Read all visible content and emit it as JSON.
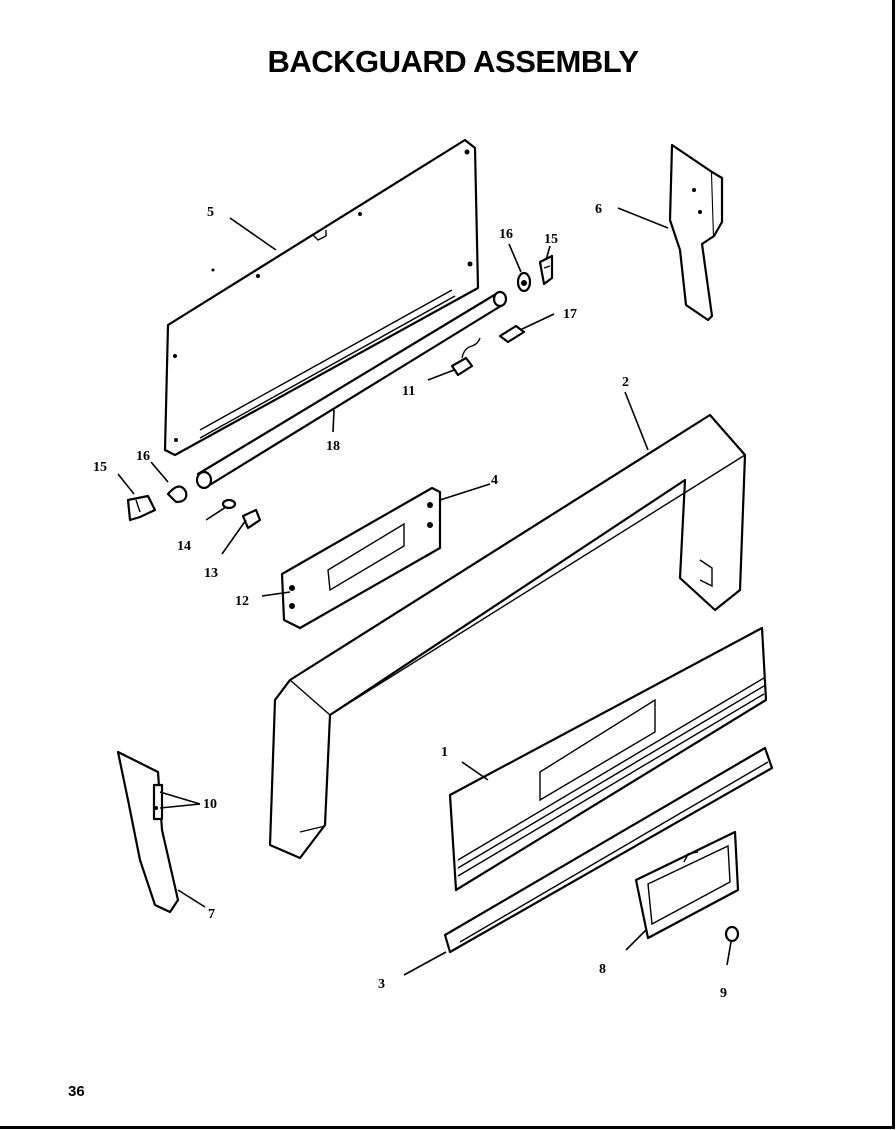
{
  "title": "BACKGUARD ASSEMBLY",
  "page_number": "36",
  "callouts": {
    "c1": "1",
    "c2": "2",
    "c3": "3",
    "c4": "4",
    "c5": "5",
    "c6": "6",
    "c7": "7",
    "c8": "8",
    "c9": "9",
    "c10": "10",
    "c11": "11",
    "c12": "12",
    "c13": "13",
    "c14": "14",
    "c15a": "15",
    "c15b": "15",
    "c16a": "16",
    "c16b": "16",
    "c17": "17",
    "c18": "18"
  }
}
